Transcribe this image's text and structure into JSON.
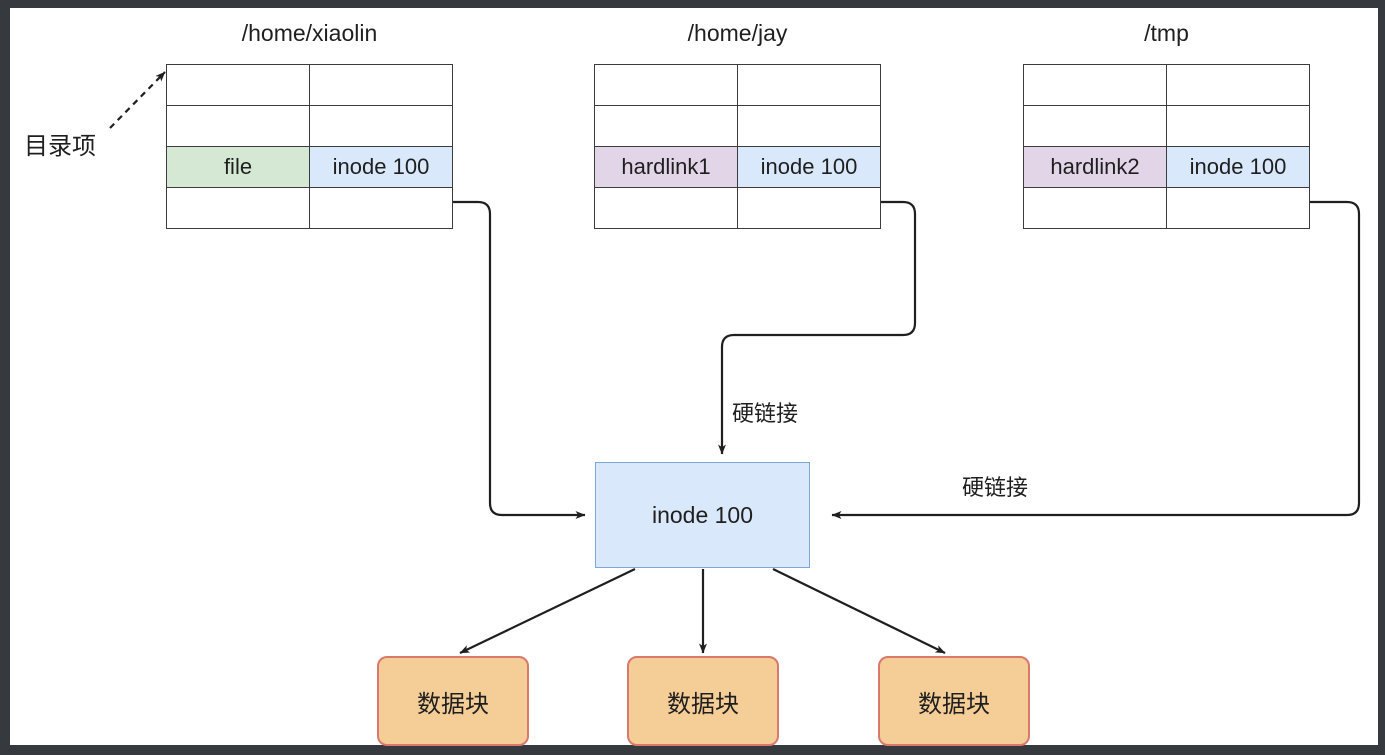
{
  "diagram": {
    "title_note": "目录项",
    "frame_color": "#36393e",
    "paper_color": "#ffffff"
  },
  "palette": {
    "name_cell": "#d5e8d4",
    "link_cell": "#e1d5e7",
    "inode_cell": "#dae8fc",
    "inode_box_fill": "#dae8fc",
    "inode_box_stroke": "#7ea6d9",
    "data_block_fill": "#f5cd96",
    "data_block_stroke": "#d9786c",
    "edge_stroke": "#1f1f1f"
  },
  "annotations": {
    "dir_entry_label": "目录项"
  },
  "directories": [
    {
      "id": "home-xiaolin",
      "title": "/home/xiaolin",
      "rows": [
        {
          "name": "",
          "inode": "",
          "highlight": "none"
        },
        {
          "name": "",
          "inode": "",
          "highlight": "none"
        },
        {
          "name": "file",
          "inode": "inode 100",
          "highlight": "name"
        },
        {
          "name": "",
          "inode": "",
          "highlight": "none"
        }
      ]
    },
    {
      "id": "home-jay",
      "title": "/home/jay",
      "rows": [
        {
          "name": "",
          "inode": "",
          "highlight": "none"
        },
        {
          "name": "",
          "inode": "",
          "highlight": "none"
        },
        {
          "name": "hardlink1",
          "inode": "inode 100",
          "highlight": "link"
        },
        {
          "name": "",
          "inode": "",
          "highlight": "none"
        }
      ]
    },
    {
      "id": "tmp",
      "title": "/tmp",
      "rows": [
        {
          "name": "",
          "inode": "",
          "highlight": "none"
        },
        {
          "name": "",
          "inode": "",
          "highlight": "none"
        },
        {
          "name": "hardlink2",
          "inode": "inode 100",
          "highlight": "link"
        },
        {
          "name": "",
          "inode": "",
          "highlight": "none"
        }
      ]
    }
  ],
  "inode": {
    "label": "inode 100"
  },
  "edge_labels": {
    "hardlink_center": "硬链接",
    "hardlink_right": "硬链接"
  },
  "data_blocks": [
    {
      "label": "数据块"
    },
    {
      "label": "数据块"
    },
    {
      "label": "数据块"
    }
  ]
}
